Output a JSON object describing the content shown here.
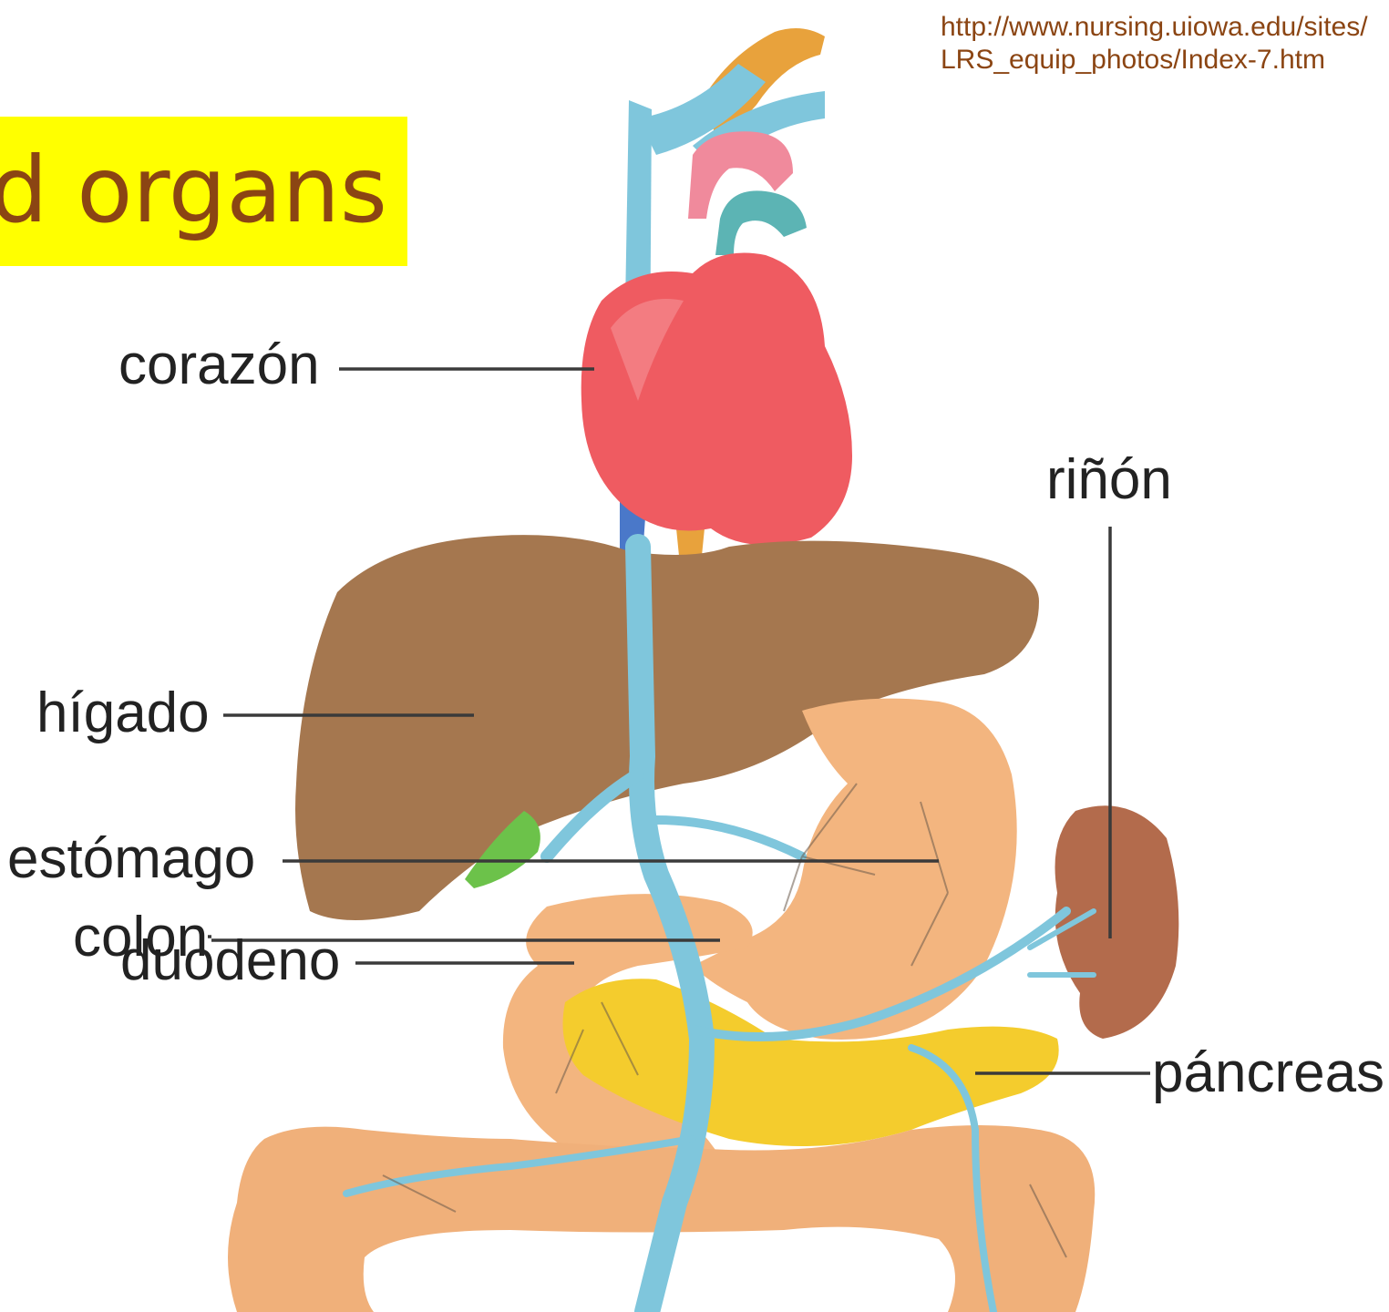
{
  "title": "sed organs",
  "source_url": "http://www.nursing.uiowa.edu/sites/LRS_equip_photos/Index-7.htm",
  "labels": {
    "heart": "corazón",
    "kidney": "riñón",
    "liver": "hígado",
    "stomach": "estómago",
    "duodenum": "duodeno",
    "pancreas": "páncreas",
    "colon": "colon"
  },
  "colors": {
    "title_background": "#ffff00",
    "title_text": "#8b4513",
    "heart": "#ef5b61",
    "liver": "#a5774f",
    "stomach": "#f3b57f",
    "pancreas": "#f4cc2d",
    "kidney": "#b36b4c",
    "vessels_blue": "#7fc6dc",
    "gallbladder": "#6cc24a"
  }
}
